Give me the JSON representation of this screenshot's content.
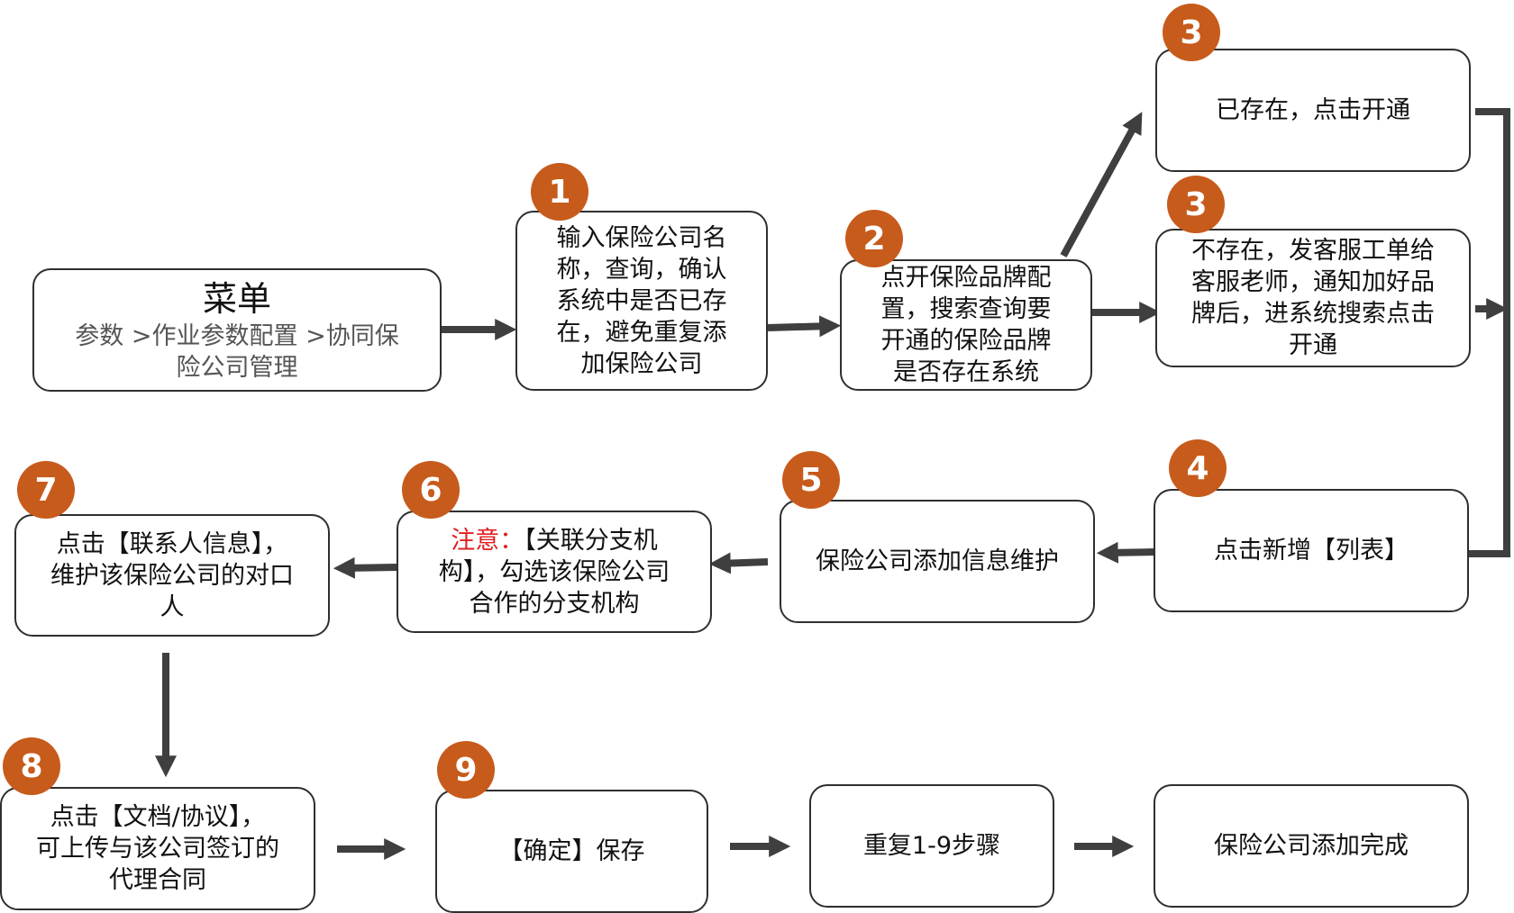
{
  "menu": {
    "title": "菜单",
    "path_lines": [
      "参数 >作业参数配置 >协同保",
      "险公司管理"
    ]
  },
  "steps": [
    {
      "badge": "1",
      "lines": [
        "输入保险公司名",
        "称，查询，确认",
        "系统中是否已存",
        "在，避免重复添",
        "加保险公司"
      ]
    },
    {
      "badge": "2",
      "lines": [
        "点开保险品牌配",
        "置，搜索查询要",
        "开通的保险品牌",
        "是否存在系统"
      ]
    },
    {
      "badge": "3",
      "lines": [
        "已存在，点击开通"
      ]
    },
    {
      "badge": "3",
      "lines": [
        "不存在，发客服工单给",
        "客服老师，通知加好品",
        "牌后，进系统搜索点击",
        "开通"
      ]
    },
    {
      "badge": "4",
      "lines": [
        "点击新增【列表】"
      ]
    },
    {
      "badge": "5",
      "lines": [
        "保险公司添加信息维护"
      ]
    },
    {
      "badge": "6",
      "note_label": "注意：",
      "note_text": "【关联分支机",
      "lines": [
        "构】，勾选该保险公司",
        "合作的分支机构"
      ]
    },
    {
      "badge": "7",
      "lines": [
        "点击【联系人信息】，",
        "维护该保险公司的对口",
        "人"
      ]
    },
    {
      "badge": "8",
      "lines": [
        "点击【文档/协议】，",
        "可上传与该公司签订的",
        "代理合同"
      ]
    },
    {
      "badge": "9",
      "lines": [
        "【确定】保存"
      ]
    }
  ],
  "repeat_box": {
    "lines": [
      "重复1-9步骤"
    ]
  },
  "done_box": {
    "lines": [
      "保险公司添加完成"
    ]
  },
  "colors": {
    "badge": "#c75b1c",
    "arrow": "#3f3f3f",
    "border": "#2f2f2f",
    "warning": "#e02020"
  }
}
